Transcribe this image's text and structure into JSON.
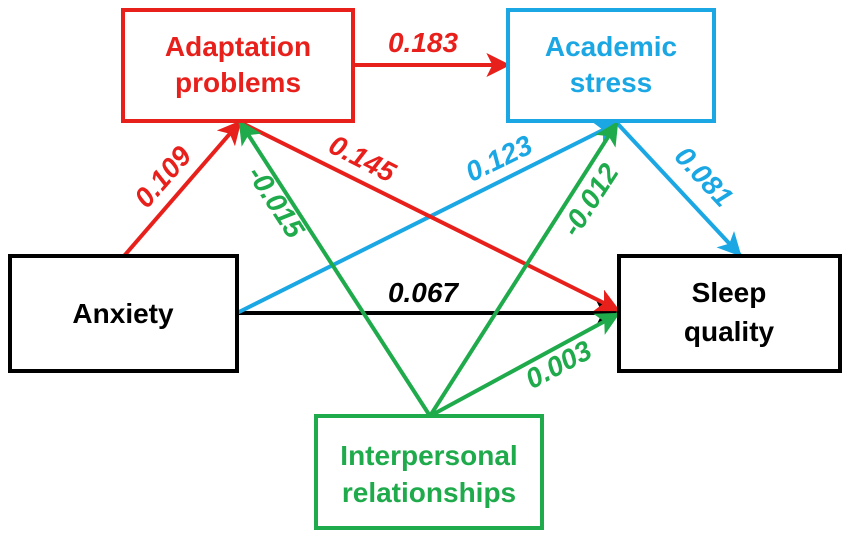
{
  "colors": {
    "red": "#e8201c",
    "blue": "#1aa7e3",
    "green": "#1faa4b",
    "black": "#000000"
  },
  "nodes": {
    "adaptation": {
      "line1": "Adaptation",
      "line2": "problems"
    },
    "academic": {
      "line1": "Academic",
      "line2": "stress"
    },
    "anxiety": {
      "label": "Anxiety"
    },
    "sleep": {
      "line1": "Sleep",
      "line2": "quality"
    },
    "interpersonal": {
      "line1": "Interpersonal",
      "line2": "relationships"
    }
  },
  "paths": {
    "adaptation_to_academic": "0.183",
    "anxiety_to_adaptation": "0.109",
    "adaptation_to_sleep": "0.145",
    "anxiety_to_academic": "0.123",
    "interpersonal_to_adaptation": "-0.015",
    "interpersonal_to_academic": "-0.012",
    "academic_to_sleep": "0.081",
    "anxiety_to_sleep": "0.067",
    "interpersonal_to_sleep": "0.003"
  }
}
